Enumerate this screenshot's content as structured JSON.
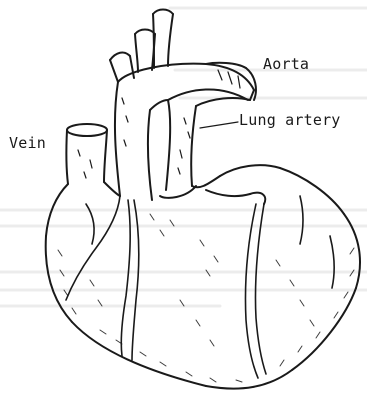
{
  "diagram": {
    "labels": {
      "aorta": "Aorta",
      "lung_artery": "Lung artery",
      "vein": "Vein"
    },
    "ink_color": "#1a1a1a",
    "paper_color": "#ffffff"
  }
}
